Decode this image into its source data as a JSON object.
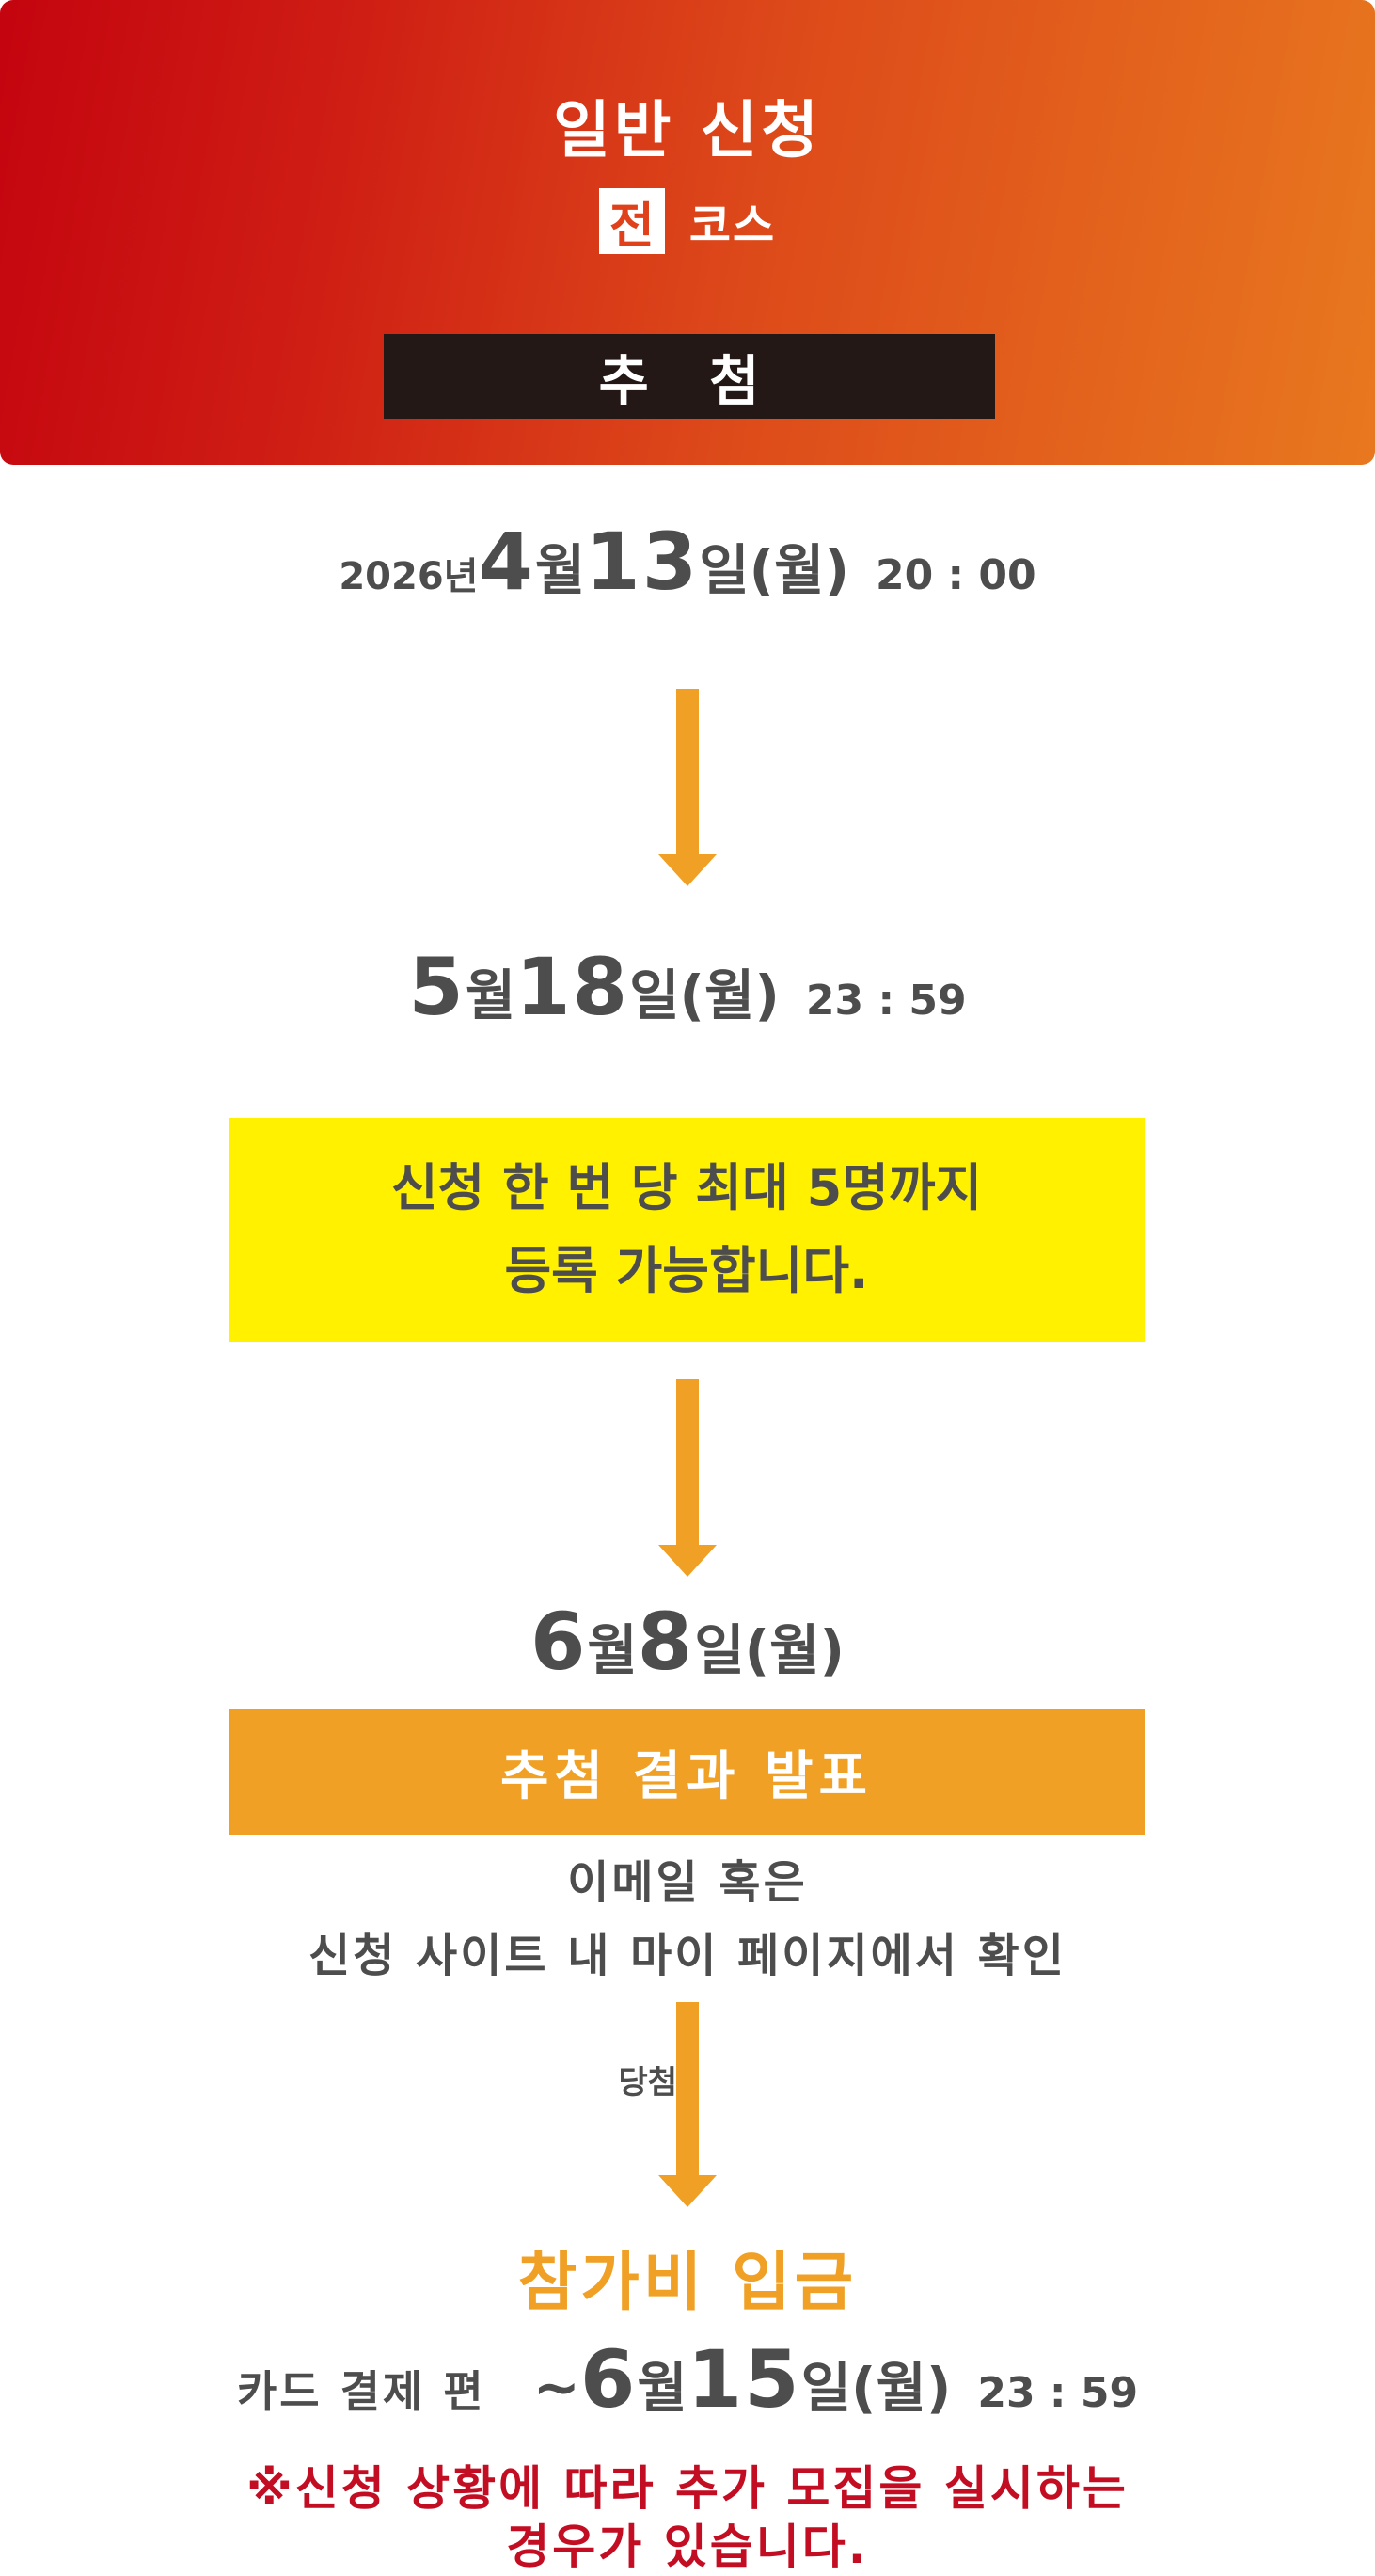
{
  "header": {
    "title": "일반 신청",
    "course_box": "전",
    "course_label": "코스",
    "lottery": "추 첨"
  },
  "start": {
    "year": "2026년",
    "month_num": "4",
    "month_unit": "월",
    "day_num": "13",
    "day_unit": "일",
    "weekday": "(월)",
    "time": "20 : 00"
  },
  "end": {
    "month_num": "5",
    "month_unit": "월",
    "day_num": "18",
    "day_unit": "일",
    "weekday": "(월)",
    "time": "23 : 59"
  },
  "notice_box": {
    "line1": "신청 한 번 당 최대 5명까지",
    "line2": "등록 가능합니다."
  },
  "result_date": {
    "month_num": "6",
    "month_unit": "월",
    "day_num": "8",
    "day_unit": "일",
    "weekday": "(월)"
  },
  "result": {
    "label": "추첨 결과 발표",
    "confirm_line1": "이메일 혹은",
    "confirm_line2": "신청 사이트 내 마이 페이지에서 확인"
  },
  "win_label": "당첨",
  "payment": {
    "title": "참가비 입금",
    "card_label": "카드 결제 편",
    "tilde": "~",
    "month_num": "6",
    "month_unit": "월",
    "day_num": "15",
    "day_unit": "일",
    "weekday": "(월)",
    "time": "23 : 59"
  },
  "footer_notice": {
    "line1": "※신청 상황에 따라 추가 모집을 실시하는",
    "line2": "경우가 있습니다."
  },
  "colors": {
    "header_start": "#c4040f",
    "header_end": "#e8781f",
    "lottery_bar": "#231815",
    "arrow": "#f0a024",
    "notice_yellow": "#fff100",
    "result_orange": "#f0a024",
    "text_gray": "#4d4d4d",
    "notice_red": "#c30d23"
  },
  "icons": [
    "arrow-down-icon"
  ]
}
